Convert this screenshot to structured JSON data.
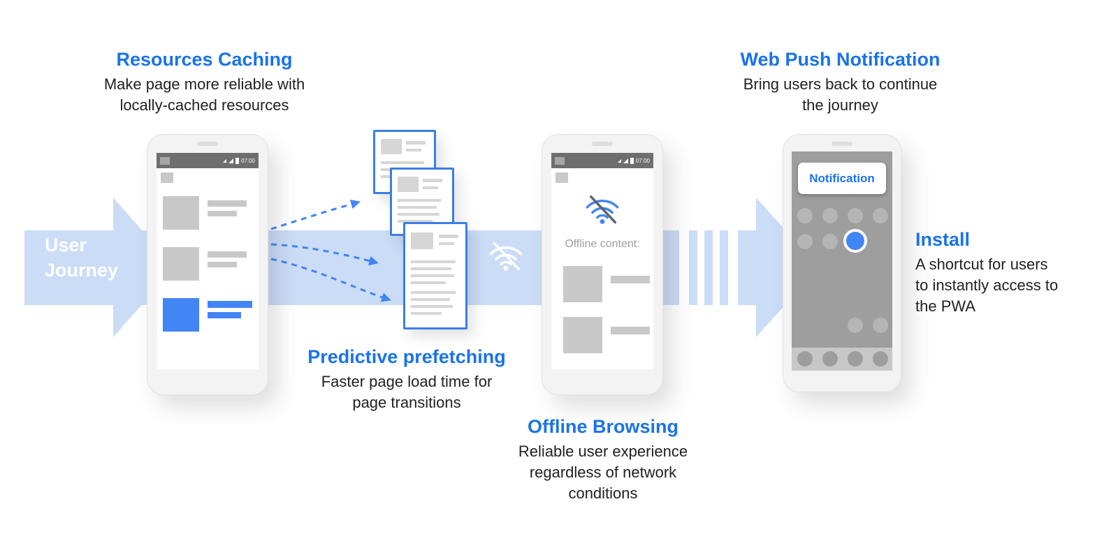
{
  "colors": {
    "accent_blue": "#1a73e8",
    "material_blue": "#4285f4",
    "band_blue": "#cbdcf6",
    "text_dark": "#202124",
    "offline_text_gray": "#9aa0a6",
    "screen_gray": "#9e9e9e"
  },
  "journey": {
    "label": "User\nJourney"
  },
  "features": [
    {
      "id": "resources-caching",
      "title": "Resources Caching",
      "desc": "Make page more reliable with\nlocally-cached resources"
    },
    {
      "id": "predictive-prefetching",
      "title": "Predictive prefetching",
      "desc": "Faster page load time for\npage transitions"
    },
    {
      "id": "offline-browsing",
      "title": "Offline Browsing",
      "desc": "Reliable user experience\nregardless of network\nconditions"
    },
    {
      "id": "web-push-notification",
      "title": "Web Push Notification",
      "desc": "Bring users back to continue\nthe journey"
    },
    {
      "id": "install",
      "title": "Install",
      "desc": "A shortcut for users\nto instantly access to\nthe PWA"
    }
  ],
  "phone1": {
    "status_time": "07:00"
  },
  "phone2": {
    "status_time": "07:00",
    "offline_label": "Offline content:"
  },
  "phone3": {
    "notification_label": "Notification"
  },
  "icons": {
    "band_wifi": "wifi-off-icon",
    "phone_wifi": "wifi-off-icon",
    "status_icons": [
      "signal-icon",
      "wifi-icon",
      "battery-icon"
    ]
  }
}
